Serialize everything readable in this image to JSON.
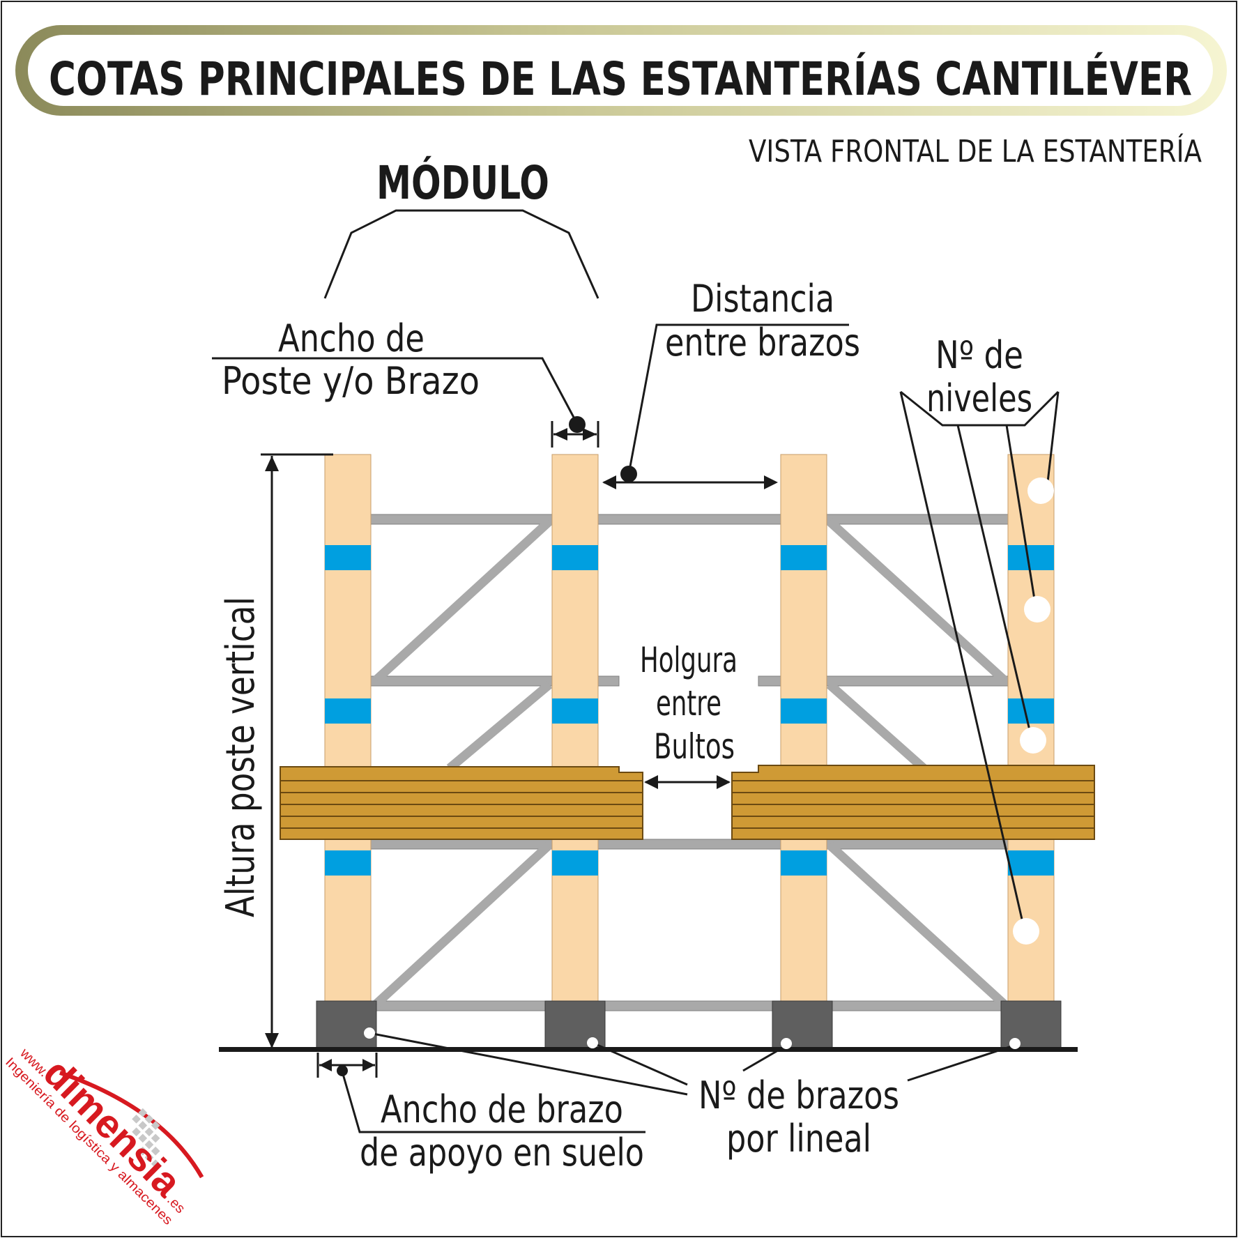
{
  "title": "COTAS PRINCIPALES DE LAS ESTANTERÍAS CANTILÉVER",
  "subtitle": "VISTA FRONTAL DE LA ESTANTERÍA",
  "labels": {
    "modulo": "MÓDULO",
    "ancho_poste_1": "Ancho de",
    "ancho_poste_2": "Poste  y/o Brazo",
    "distancia_1": "Distancia",
    "distancia_2": "entre brazos",
    "niveles_1": "Nº de",
    "niveles_2": "niveles",
    "altura": "Altura poste vertical",
    "holgura_1": "Holgura",
    "holgura_2": "entre",
    "holgura_3": "Bultos",
    "ancho_brazo_1": "Ancho de brazo",
    "ancho_brazo_2": "de apoyo en suelo",
    "brazos_1": "Nº de brazos",
    "brazos_2": "por lineal"
  },
  "watermark": {
    "www": "www.",
    "brand": "dimensia",
    "tld": ".es",
    "tagline": "Ingeniería de logística y almacenes"
  },
  "colors": {
    "column": "#fad7a8",
    "arm_band": "#009fe0",
    "bracing": "#b5b5b5",
    "load": "#cf9a35",
    "base": "#5f5f5f",
    "title_frame_dark": "#8b8a5a",
    "title_frame_light": "#f4f3c8",
    "brand_red": "#d71920"
  }
}
